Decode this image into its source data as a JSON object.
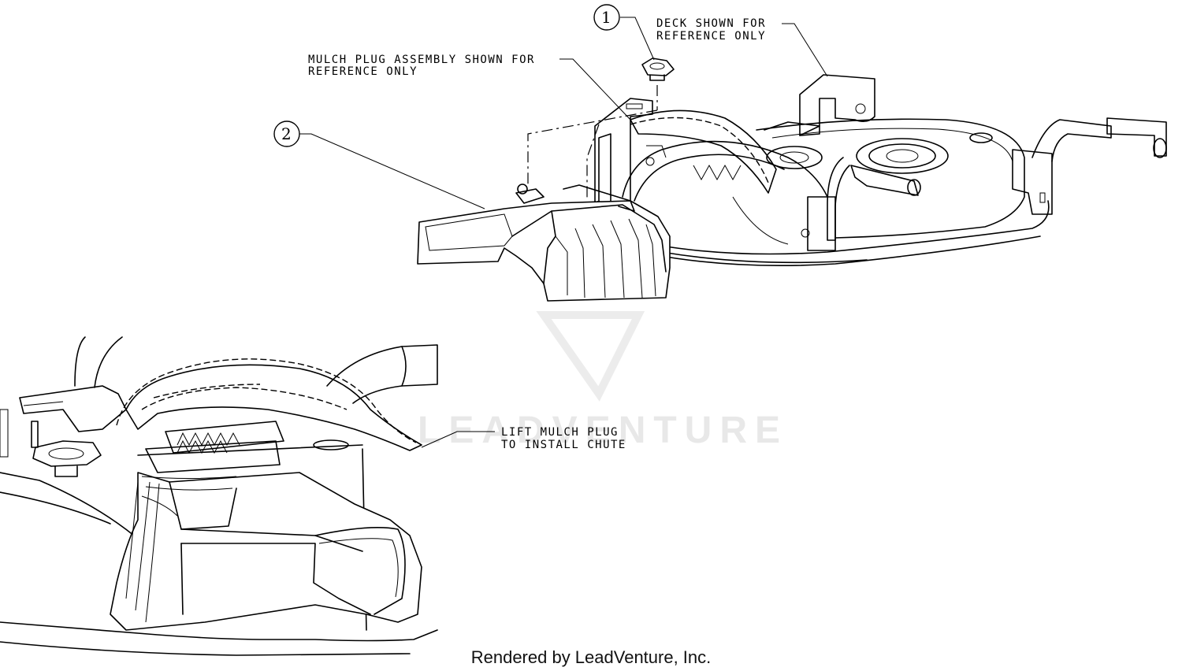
{
  "callouts": [
    {
      "number": "1"
    },
    {
      "number": "2"
    }
  ],
  "notes": {
    "deck_line1": "DECK SHOWN FOR",
    "deck_line2": "REFERENCE ONLY",
    "mulch_line1": "MULCH PLUG ASSEMBLY SHOWN FOR",
    "mulch_line2": "REFERENCE ONLY",
    "lift_line1": "LIFT MULCH PLUG",
    "lift_line2": "TO INSTALL CHUTE"
  },
  "watermark": {
    "brand": "LEADVENTURE"
  },
  "footer": {
    "credit": "Rendered by LeadVenture, Inc."
  }
}
